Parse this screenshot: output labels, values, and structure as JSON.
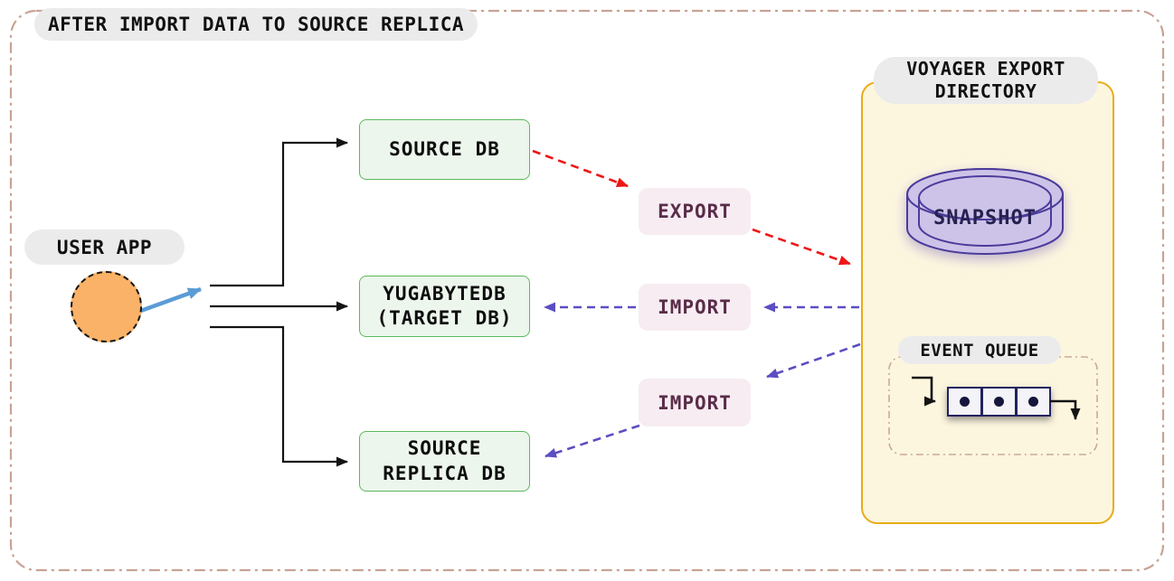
{
  "title": "AFTER IMPORT DATA TO SOURCE REPLICA",
  "user_app": {
    "label": "USER APP"
  },
  "databases": {
    "source_db": {
      "label": "SOURCE DB"
    },
    "target_db": {
      "line1": "YUGABYTEDB",
      "line2": "(TARGET DB)"
    },
    "source_replica_db": {
      "line1": "SOURCE",
      "line2": "REPLICA DB"
    }
  },
  "operations": {
    "export": {
      "label": "EXPORT"
    },
    "import_to_target": {
      "label": "IMPORT"
    },
    "import_to_replica": {
      "label": "IMPORT"
    }
  },
  "voyager": {
    "title_line1": "VOYAGER EXPORT",
    "title_line2": "DIRECTORY",
    "snapshot": {
      "label": "SNAPSHOT"
    },
    "event_queue": {
      "label": "EVENT QUEUE"
    }
  },
  "colors": {
    "frame_border": "#c9a294",
    "pill_bg": "#ebebeb",
    "pill_text": "#111111",
    "db_box_bg": "#ecf6ec",
    "db_box_border": "#5cb85c",
    "op_box_bg": "#f7ecf2",
    "op_box_text": "#5a2d49",
    "panel_bg": "#fdf6df",
    "panel_border": "#e8ac17",
    "cylinder_fill": "#cdc3e8",
    "cylinder_stroke": "#4b3a9b",
    "snapshot_text": "#262250",
    "user_circle_fill": "#f9b267",
    "arrow_black": "#141414",
    "arrow_blue": "#5b9cd5",
    "arrow_red": "#ee1616",
    "arrow_purple": "#5b4ec2",
    "queue_border": "#c9a8a0",
    "queue_cell_bg": "#f3f3f8",
    "queue_cell_border": "#23235f",
    "queue_dot": "#18183c"
  }
}
